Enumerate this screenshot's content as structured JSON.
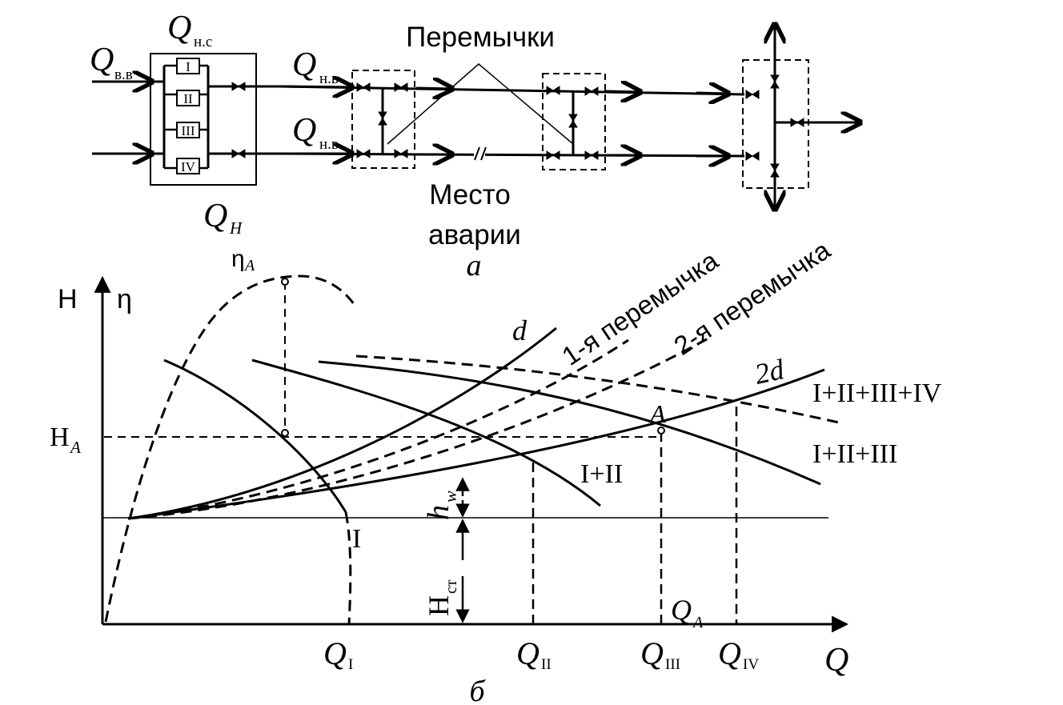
{
  "scheme": {
    "q_vv": {
      "main": "Q",
      "sub": "в.в"
    },
    "q_ns": {
      "main": "Q",
      "sub": "н.с"
    },
    "q_nv_top": {
      "main": "Q",
      "sub": "н.в"
    },
    "q_nv_bottom": {
      "main": "Q",
      "sub": "н.в"
    },
    "q_n": {
      "main": "Q",
      "sub": "Н"
    },
    "pumps": [
      "I",
      "II",
      "III",
      "IV"
    ],
    "jumpers_label": "Перемычки",
    "accident_label_1": "Место",
    "accident_label_2": "аварии",
    "caption": "а"
  },
  "chart": {
    "y_axis_h": "H",
    "y_axis_eta": "η",
    "x_axis": "Q",
    "eta_a": {
      "main": "η",
      "sub": "A"
    },
    "h_a": {
      "main": "H",
      "sub": "A"
    },
    "h_w": {
      "main": "h",
      "sub": "w"
    },
    "h_st": {
      "main": "H",
      "sub": "ст"
    },
    "q_a": {
      "main": "Q",
      "sub": "A"
    },
    "point_a": "A",
    "x_ticks": [
      {
        "main": "Q",
        "sub": "I"
      },
      {
        "main": "Q",
        "sub": "II"
      },
      {
        "main": "Q",
        "sub": "III"
      },
      {
        "main": "Q",
        "sub": "IV"
      }
    ],
    "curve_labels": {
      "d": "d",
      "two_d": "2d",
      "jumper_1": "1-я перемычка",
      "jumper_2": "2-я перемычка",
      "pump_i": "I",
      "pumps_i_ii": "I+II",
      "pumps_i_iii": "I+II+III",
      "pumps_i_iv": "I+II+III+IV"
    },
    "caption": "б"
  },
  "chart_data": {
    "type": "line",
    "title": "",
    "xlabel": "Q",
    "ylabel": "H η",
    "x_tick_labels": [
      "QI",
      "QII",
      "QIII",
      "QIV"
    ],
    "series": [
      {
        "name": "I"
      },
      {
        "name": "I+II"
      },
      {
        "name": "I+II+III"
      },
      {
        "name": "I+II+III+IV"
      },
      {
        "name": "d"
      },
      {
        "name": "2d"
      },
      {
        "name": "1-я перемычка"
      },
      {
        "name": "2-я перемычка"
      }
    ],
    "annotations": [
      "A",
      "ηA",
      "HA",
      "hw",
      "Hст",
      "QA"
    ]
  }
}
